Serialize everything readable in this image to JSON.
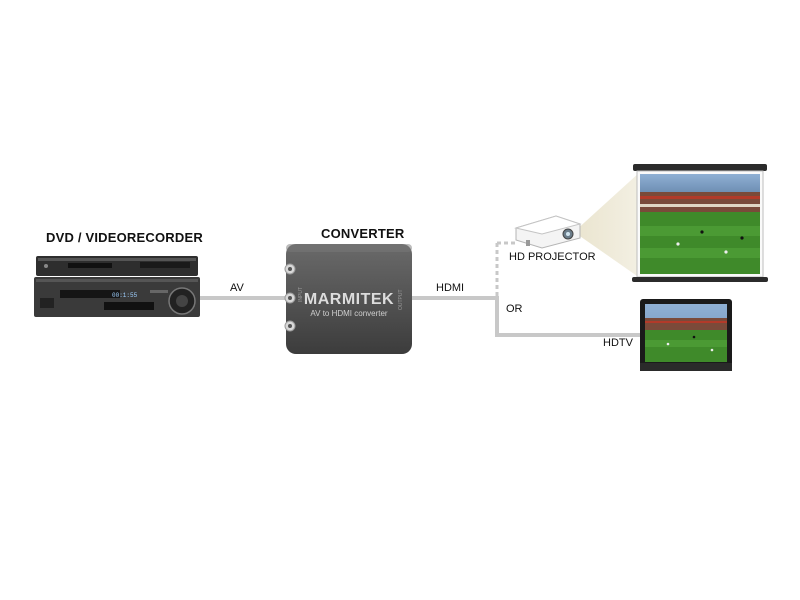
{
  "labels": {
    "dvd": "DVD / VIDEORECORDER",
    "converter": "CONVERTER",
    "av": "AV",
    "hdmi": "HDMI",
    "projector": "HD PROJECTOR",
    "or": "OR",
    "hdtv": "HDTV"
  },
  "converter_device": {
    "brand": "MARMITEK",
    "subtitle": "AV to HDMI converter",
    "input_side": "INPUT",
    "output_side": "OUTPUT"
  },
  "dvd_device": {
    "display": "00:1:55"
  },
  "colors": {
    "cable": "#c8c8c8",
    "device_dark": "#3a3a3a",
    "converter_body": "#5b5b5b",
    "screen_sky": "#6f8fb4",
    "pitch": "#3f8a2a",
    "beam": "#e9e3cc"
  }
}
